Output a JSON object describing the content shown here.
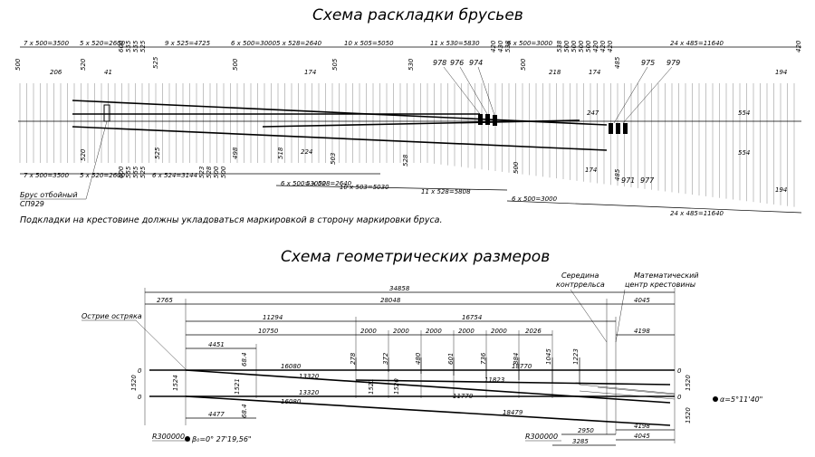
{
  "titles": {
    "layout": "Схема раскладки брусьев",
    "geometry": "Схема геометрических размеров"
  },
  "layout_scheme": {
    "top_spacing": [
      "7 x 500=3500",
      "5 x 520=2600",
      "9 x 525=4725",
      "6 x 500=3000",
      "5 x 528=2640",
      "10 x 505=5050",
      "11 x 530=5830",
      "6 x 500=3000",
      "24 x 485=11640"
    ],
    "top_small": [
      "600",
      "555",
      "555",
      "525",
      "420",
      "430",
      "538",
      "538",
      "500",
      "500",
      "500",
      "500",
      "420",
      "420",
      "420",
      "420"
    ],
    "bottom_spacing": [
      "7 x 500=3500",
      "5 x 520=2600",
      "6 x 524=3144",
      "6 x 500=3000",
      "5 x 528=2640",
      "10 x 503=5030",
      "11 x 528=5808",
      "6 x 500=3000",
      "24 x 485=11640"
    ],
    "bottom_small": [
      "600",
      "555",
      "555",
      "525",
      "523",
      "528",
      "500",
      "500"
    ],
    "side_dims": [
      "500",
      "206",
      "41",
      "520",
      "525",
      "500",
      "174",
      "505",
      "530",
      "500",
      "218",
      "174",
      "485",
      "194",
      "194",
      "554",
      "554",
      "247",
      "520",
      "525",
      "498",
      "224",
      "518",
      "503",
      "528",
      "500",
      "174",
      "485"
    ],
    "block_labels": [
      "978",
      "976",
      "974",
      "975",
      "979",
      "971",
      "977"
    ],
    "timber_note_1": "Брус отбойный",
    "timber_note_2": "СП929",
    "note": "Подкладки на крестовине должны укладоваться маркировкой в сторону маркировки бруса."
  },
  "geometry_scheme": {
    "overall": "34858",
    "length_2765": "2765",
    "length_28048": "28048",
    "length_4045_top": "4045",
    "length_11294": "11294",
    "length_16754": "16754",
    "length_4198_top": "4198",
    "length_10750": "10750",
    "length_4451": "4451",
    "mid_spans": [
      "2000",
      "2000",
      "2000",
      "2000",
      "2000",
      "2026"
    ],
    "offsets": [
      "278",
      "372",
      "480",
      "601",
      "736",
      "884",
      "1045",
      "1223"
    ],
    "rail_lengths": [
      "16080",
      "13320",
      "13320",
      "16080",
      "18770",
      "11823",
      "11770",
      "18479"
    ],
    "gauge_top": "1520",
    "gauge_left": "1524",
    "gauge_right_a": "1520",
    "gauge_right_b": "1520",
    "gauge_mid_a": "1521",
    "gauge_mid_b": "1521",
    "gauge_mid_c": "1520",
    "small_68a": "68.4",
    "small_68b": "68.4",
    "bottom_4477": "4477",
    "bottom_2950": "2950",
    "bottom_3285": "3285",
    "bottom_4198": "4198",
    "bottom_4045": "4045",
    "radius_left": "R300000",
    "radius_right": "R300000",
    "angle_beta": "β₀=0° 27'19,56\"",
    "angle_alpha": "α=5°11'40\"",
    "label_point": "Острие остряка",
    "label_mid_1": "Середина",
    "label_mid_2": "контррельса",
    "label_center_1": "Математический",
    "label_center_2": "центр крестовины",
    "zero_marks": [
      "0",
      "0",
      "0",
      "0"
    ]
  }
}
